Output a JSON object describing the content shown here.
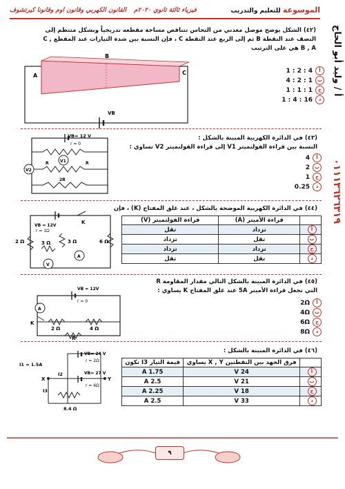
{
  "header": {
    "left": "القانون الكهربي وقانون اوم وقانونا كيرتشوف",
    "mid": "فيزياء ثالثة ثانوي ٢٠٢٠م",
    "brand": "الموسوعة",
    "brand_sub": "للتعليم والتدريب"
  },
  "sidebar": {
    "name": "أ / وليد أبو الحاج",
    "phone": "٠١١١٣٦٢٦٣١٩"
  },
  "q42": {
    "number": "(٤٢)",
    "text": "الشكل يوضح موصل معدني من النحاس تتناقص مساحة مقطعه تدريجياً وبشكل منتظم إلى النصف عند النقطة B ثم إلى الربع عند النقطة C ، فإن النسبة بين شدة التيارات عند المقطع C , B , A هي على الترتيب",
    "options": [
      "4 : 2 : 1",
      "1 : 2 : 4",
      "1 : 1 : 1",
      "16 : 4 : 1"
    ],
    "labels": {
      "a": "A",
      "b": "B",
      "c": "C",
      "vb": "VB"
    }
  },
  "q43": {
    "number": "(٤٣)",
    "text1": "في الدائرة الكهربية المبينة بالشكل :",
    "text2": "النسبة بين قراءة الفولتميتر V1 إلى قراءة الفولتميتر V2 تساوي :",
    "options": [
      "4",
      "2",
      "1",
      "0.25"
    ],
    "labels": {
      "vb": "VB= 12 V",
      "r": "r = 0",
      "v1": "V1",
      "v2": "V2",
      "R": "R",
      "2R": "2R"
    }
  },
  "q44": {
    "number": "(٤٤)",
    "text": "في الدائرة الكهربية الموضحة بالشكل ، عند غلق المفتاح (K) ، فإن :",
    "headers": [
      "قراءة الأميتر (A)",
      "قراءة الفولتميتر (V)"
    ],
    "rows": [
      [
        "تزداد",
        "تقل"
      ],
      [
        "تقل",
        "تزداد"
      ],
      [
        "تزداد",
        "تزداد"
      ],
      [
        "تقل",
        "تقل"
      ]
    ],
    "labels": {
      "vb": "VB = 12V",
      "r": "r = 1Ω",
      "k": "K",
      "r1": "2 Ω",
      "r2": "3 Ω",
      "r3": "3 Ω",
      "r4": "6 Ω",
      "a": "A",
      "v": "V"
    }
  },
  "q45": {
    "number": "(٤٥)",
    "text1": "في الدائرة المبينة بالشكل التالي مقدار المقاومة R",
    "text2": "التي تجعل قراءة الأميتر 5A عند غلق المفتاح K يساوي :",
    "options": [
      "2Ω",
      "4Ω",
      "6Ω",
      "8Ω"
    ],
    "labels": {
      "vb": "VB = 12V",
      "r": "r = 0",
      "a": "A",
      "k": "K",
      "r1": "2 Ω",
      "r2": "4 Ω",
      "R": "R"
    }
  },
  "q46": {
    "number": "(٤٦)",
    "text": "في الدائرة المبينة بالشكل :",
    "headers": [
      "فرق الجهد بين النقطتين X , Y يساوي",
      "قيمة التيار I3 تكون"
    ],
    "rows": [
      [
        "24 V",
        "1.75 A"
      ],
      [
        "21 V",
        "2.5 A"
      ],
      [
        "18 V",
        "2.25 A"
      ],
      [
        "33 V",
        "2.5 A"
      ]
    ],
    "labels": {
      "i1": "I1 = 1.5A",
      "i2": "I2",
      "i3": "I3",
      "x": "X",
      "y": "Y",
      "vb1": "VB= 24 V",
      "r1": "r = 2Ω",
      "vb2": "VB= 27 V",
      "r2": "r = 6Ω",
      "res": "8.4 Ω"
    }
  },
  "footer": {
    "page": "٩"
  },
  "option_marks": [
    "أ",
    "ب",
    "ج",
    "د"
  ]
}
